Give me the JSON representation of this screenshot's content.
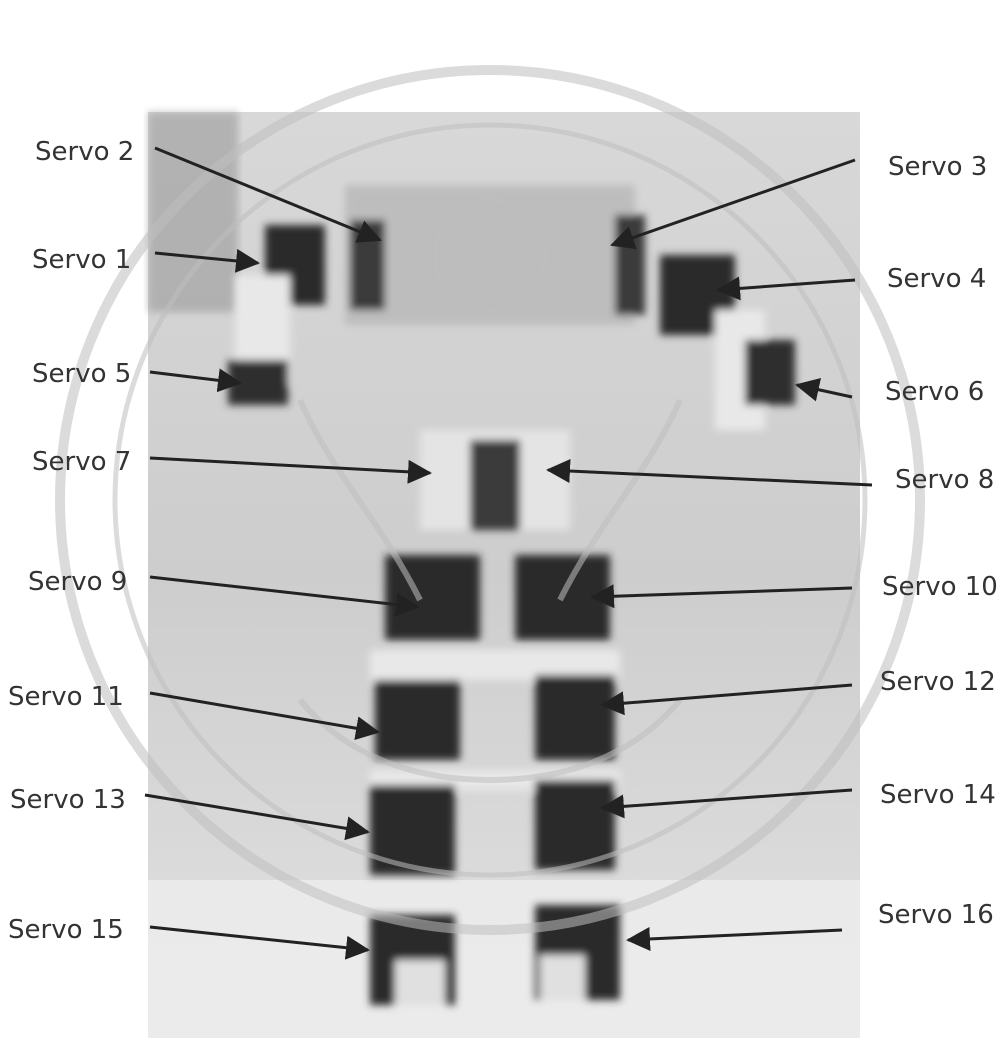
{
  "diagram": {
    "labels": [
      "Servo 1",
      "Servo 2",
      "Servo 3",
      "Servo 4",
      "Servo 5",
      "Servo 6",
      "Servo 7",
      "Servo 8",
      "Servo 9",
      "Servo 10",
      "Servo 11",
      "Servo 12",
      "Servo 13",
      "Servo 14",
      "Servo 15",
      "Servo 16"
    ],
    "photo_subject": "humanoid-robot-front-view",
    "watermark": "university-seal"
  },
  "colors": {
    "label_text": "#333333",
    "arrow": "#222222",
    "photo_bg": "#cfcfcf",
    "servo": "#2b2b2b",
    "bracket": "#e8e8e8"
  }
}
